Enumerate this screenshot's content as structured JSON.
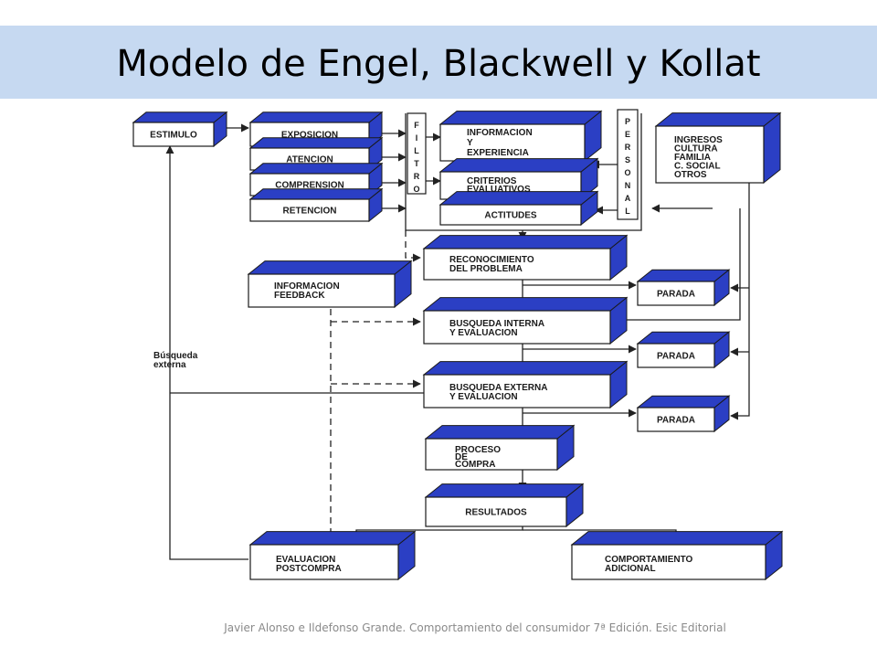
{
  "slide": {
    "title": "Modelo de Engel, Blackwell y Kollat",
    "footer": "Javier Alonso e Ildefonso Grande. Comportamiento del consumidor 7ª Edición. Esic Editorial"
  },
  "colors": {
    "title_band": "#c6d9f1",
    "box_front": "#ffffff",
    "box_depth": "#2b3fc4",
    "line": "#222222",
    "footer_text": "#8a8a8a"
  },
  "diagram": {
    "nodes": {
      "estimulo": [
        "ESTIMULO"
      ],
      "exposicion": [
        "EXPOSICION"
      ],
      "atencion": [
        "ATENCION"
      ],
      "comprension": [
        "COMPRENSION"
      ],
      "retencion": [
        "RETENCION"
      ],
      "filtro": "FILTRO",
      "informacion_experiencia": [
        "INFORMACION",
        "Y",
        "EXPERIENCIA"
      ],
      "criterios_evaluativos": [
        "CRITERIOS",
        "EVALUATIVOS"
      ],
      "actitudes": [
        "ACTITUDES"
      ],
      "personal": "PERSONAL",
      "ingresos": [
        "INGRESOS",
        "CULTURA",
        "FAMILIA",
        "C. SOCIAL",
        "OTROS"
      ],
      "reconocimiento": [
        "RECONOCIMIENTO",
        "DEL PROBLEMA"
      ],
      "informacion_feedback": [
        "INFORMACION",
        "FEEDBACK"
      ],
      "parada_1": [
        "PARADA"
      ],
      "busqueda_interna": [
        "BUSQUEDA INTERNA",
        "Y EVALUACION"
      ],
      "parada_2": [
        "PARADA"
      ],
      "busqueda_externa": [
        "BUSQUEDA EXTERNA",
        "Y EVALUACION"
      ],
      "parada_3": [
        "PARADA"
      ],
      "proceso_compra": [
        "PROCESO",
        "DE",
        "COMPRA"
      ],
      "resultados": [
        "RESULTADOS"
      ],
      "evaluacion_postcompra": [
        "EVALUACION",
        "POSTCOMPRA"
      ],
      "comportamiento_adicional": [
        "COMPORTAMIENTO",
        "ADICIONAL"
      ]
    },
    "labels": {
      "busqueda_externa_side": [
        "Búsqueda",
        "externa"
      ]
    }
  }
}
